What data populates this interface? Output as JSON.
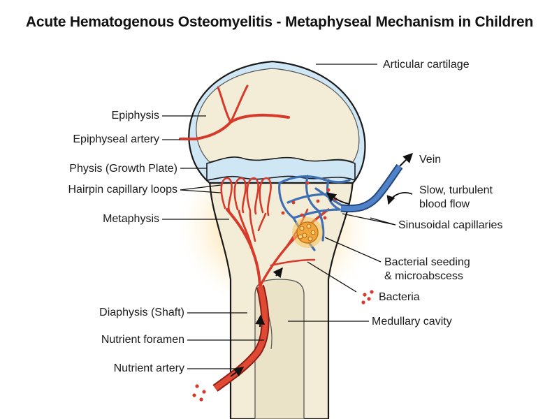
{
  "title": "Acute Hematogenous Osteomyelitis - Metaphyseal Mechanism in Children",
  "labels": {
    "articular_cartilage": "Articular cartilage",
    "epiphysis": "Epiphysis",
    "epiphyseal_artery": "Epiphyseal artery",
    "physis": "Physis (Growth Plate)",
    "hairpin": "Hairpin capillary loops",
    "metaphysis": "Metaphysis",
    "vein": "Vein",
    "slow_flow_1": "Slow, turbulent",
    "slow_flow_2": "blood flow",
    "sinusoidal": "Sinusoidal capillaries",
    "seeding_1": "Bacterial seeding",
    "seeding_2": "& microabscess",
    "bacteria": "Bacteria",
    "diaphysis": "Diaphysis (Shaft)",
    "medullary": "Medullary cavity",
    "nutrient_foramen": "Nutrient foramen",
    "nutrient_artery": "Nutrient artery"
  },
  "colors": {
    "bone": "#f3ecd6",
    "cartilage": "#cfe6f4",
    "artery": "#d63a2a",
    "vein": "#3f6fb3",
    "glow": "#f9b23c",
    "abscess": "#f0a63a"
  }
}
